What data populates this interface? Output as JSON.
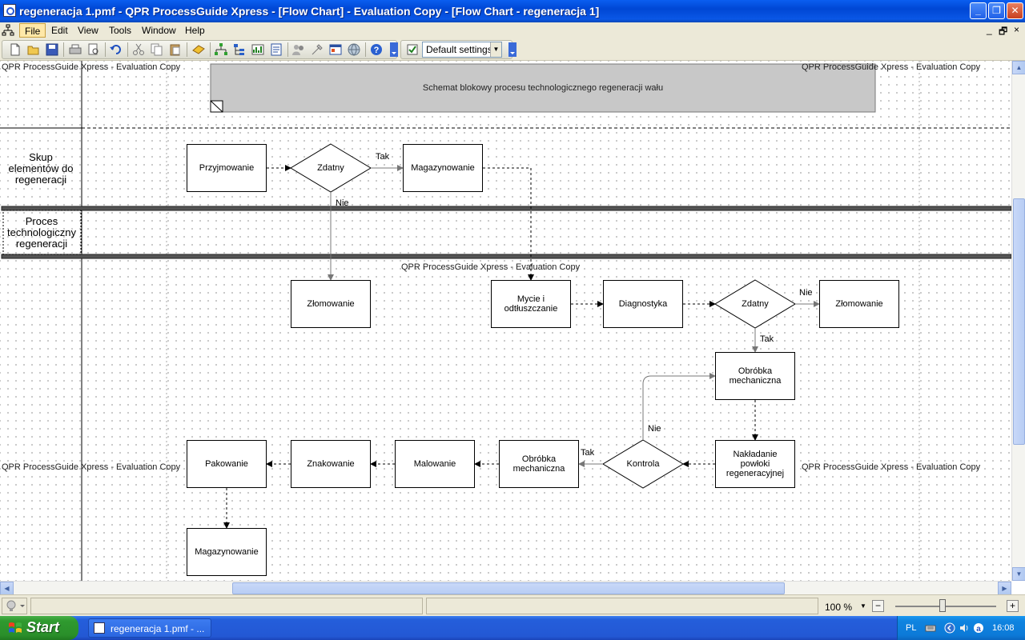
{
  "window": {
    "title": "regeneracja 1.pmf - QPR ProcessGuide Xpress - [Flow Chart] - Evaluation Copy - [Flow Chart - regeneracja 1]",
    "minimize": "_",
    "maximize": "❐",
    "close": "✕"
  },
  "menu": {
    "items": [
      "File",
      "Edit",
      "View",
      "Tools",
      "Window",
      "Help"
    ],
    "mdi_controls": [
      "_",
      "🗗",
      "×"
    ]
  },
  "toolbar": {
    "settings_combo": "Default settings"
  },
  "canvas": {
    "watermarks": [
      "QPR ProcessGuide Xpress - Evaluation Copy",
      "QPR ProcessGuide Xpress - Evaluation Copy",
      "QPR ProcessGuide Xpress - Evaluation Copy",
      "QPR ProcessGuide Xpress - Evaluation Copy",
      "QPR ProcessGuide Xpress - Evaluation Copy"
    ],
    "header_title": "Schemat blokowy procesu technologicznego regeneracji wału",
    "lanes": [
      {
        "label": "Skup elementów do regeneracji"
      },
      {
        "label": "Proces technologiczny regeneracji"
      }
    ],
    "boxes": {
      "przyjmowanie": "Przyjmowanie",
      "magazynowanie1": "Magazynowanie",
      "zlomowanie1": "Złomowanie",
      "mycie": "Mycie i odtłuszczanie",
      "diagnostyka": "Diagnostyka",
      "zlomowanie2": "Złomowanie",
      "obrobka1": "Obróbka mechaniczna",
      "nakladanie": "Nakładanie powłoki regeneracyjnej",
      "obrobka2": "Obróbka mechaniczna",
      "malowanie": "Malowanie",
      "znakowanie": "Znakowanie",
      "pakowanie": "Pakowanie",
      "magazynowanie2": "Magazynowanie"
    },
    "decisions": {
      "zdatny1": "Zdatny",
      "zdatny2": "Zdatny",
      "kontrola": "Kontrola"
    },
    "edge_labels": {
      "tak1": "Tak",
      "nie1": "Nie",
      "nie2": "Nie",
      "tak2": "Tak",
      "nie3": "Nie",
      "tak3": "Tak"
    }
  },
  "statusbar": {
    "zoom": "100 %",
    "zoom_minus": "−",
    "zoom_plus": "+"
  },
  "taskbar": {
    "start": "Start",
    "task": "regeneracja 1.pmf - ...",
    "lang": "PL",
    "clock": "16:08"
  }
}
